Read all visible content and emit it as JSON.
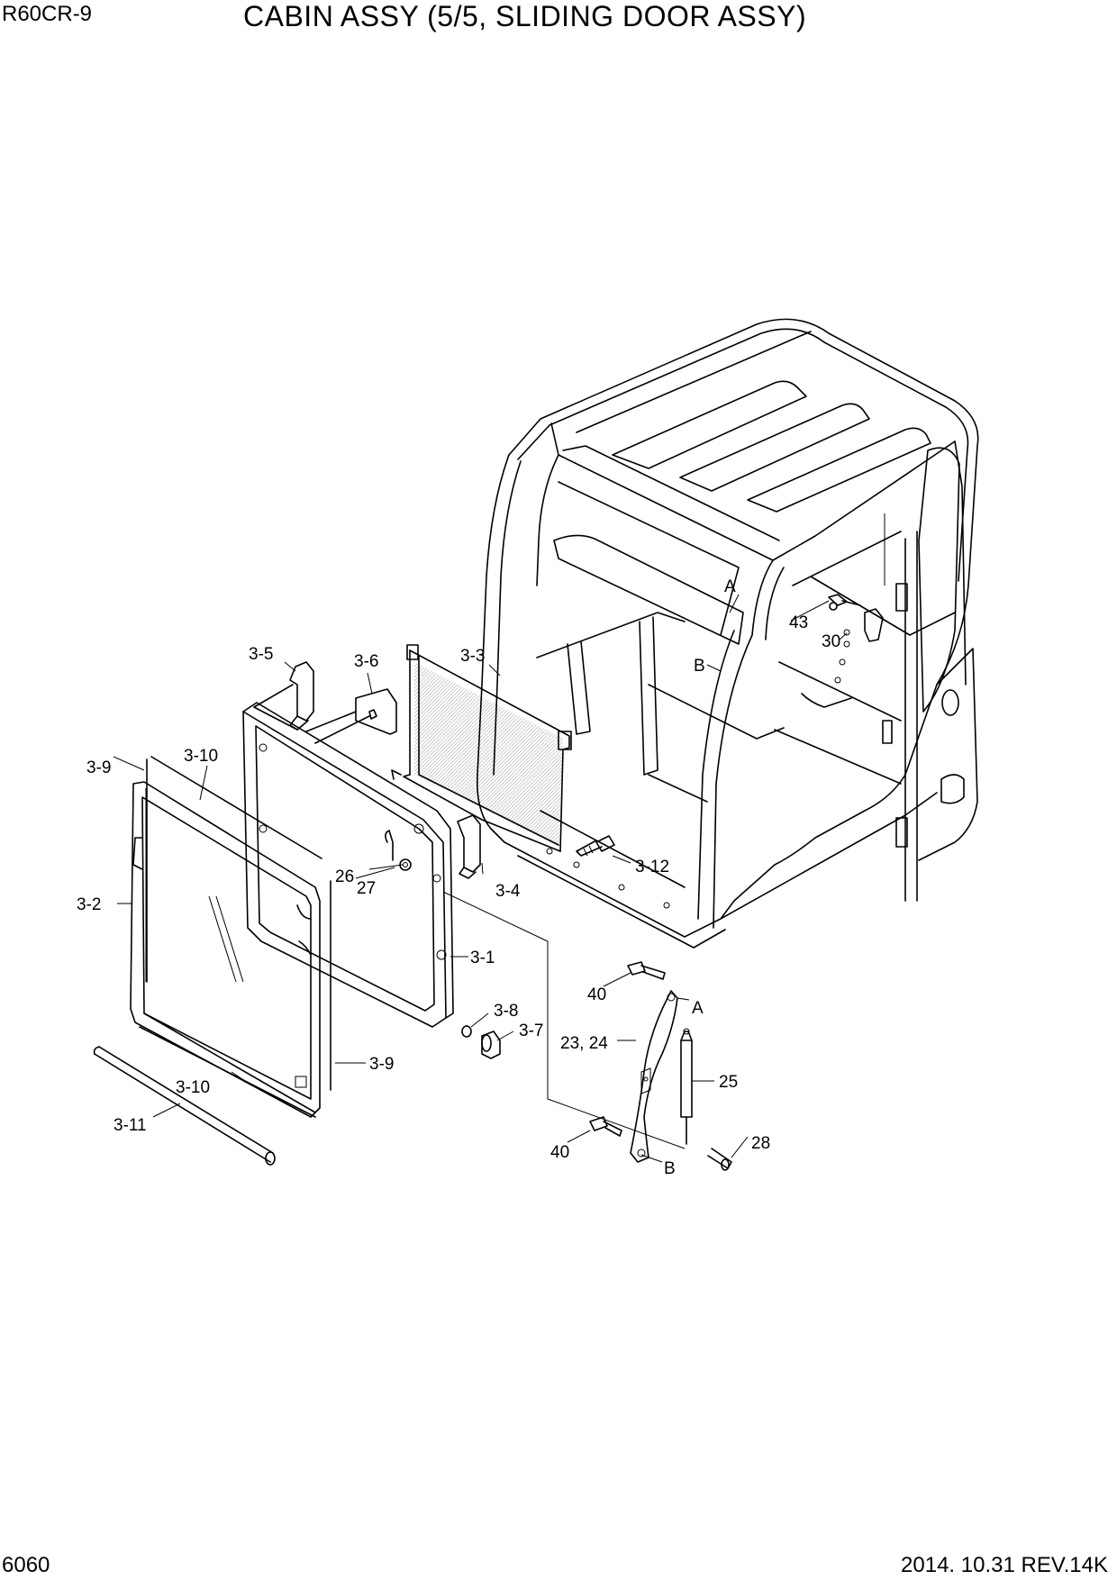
{
  "header": {
    "model": "R60CR-9",
    "title": "CABIN ASSY (5/5, SLIDING DOOR ASSY)"
  },
  "footer": {
    "page_number": "6060",
    "revision": "2014. 10.31  REV.14K"
  },
  "callouts": {
    "c3_5": "3-5",
    "c3_6": "3-6",
    "c3_3": "3-3",
    "c3_9_top": "3-9",
    "c3_10_top": "3-10",
    "c3_2": "3-2",
    "c26": "26",
    "c27": "27",
    "c3_4": "3-4",
    "c3_12": "3-12",
    "c3_1": "3-1",
    "c3_8": "3-8",
    "c3_7": "3-7",
    "c3_9_bottom": "3-9",
    "c3_10_bottom": "3-10",
    "c3_11": "3-11",
    "c40_top": "40",
    "cA_bracket": "A",
    "c23_24": "23, 24",
    "c25": "25",
    "c40_bottom": "40",
    "cB_bracket": "B",
    "c28": "28",
    "cA_cabin": "A",
    "cB_cabin": "B",
    "c43": "43",
    "c30": "30"
  }
}
